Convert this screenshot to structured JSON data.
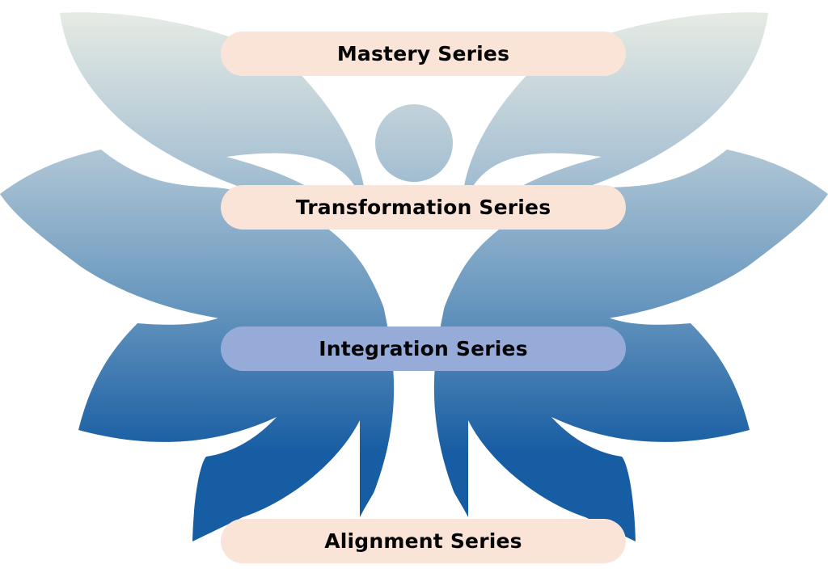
{
  "diagram": {
    "type": "butterfly-figure-series-stack",
    "colors": {
      "gradient_top": "#e6ebe4",
      "gradient_mid": "#8fb0c9",
      "gradient_bottom": "#175da3",
      "pill_peach": "#fae4d8",
      "pill_lavender": "#97abd9",
      "text": "#050505"
    },
    "figure_icon": "butterfly-person-icon",
    "series": [
      {
        "label": "Mastery Series",
        "style": "peach"
      },
      {
        "label": "Transformation Series",
        "style": "peach"
      },
      {
        "label": "Integration Series",
        "style": "lavender",
        "highlighted": true
      },
      {
        "label": "Alignment Series",
        "style": "peach"
      }
    ]
  }
}
